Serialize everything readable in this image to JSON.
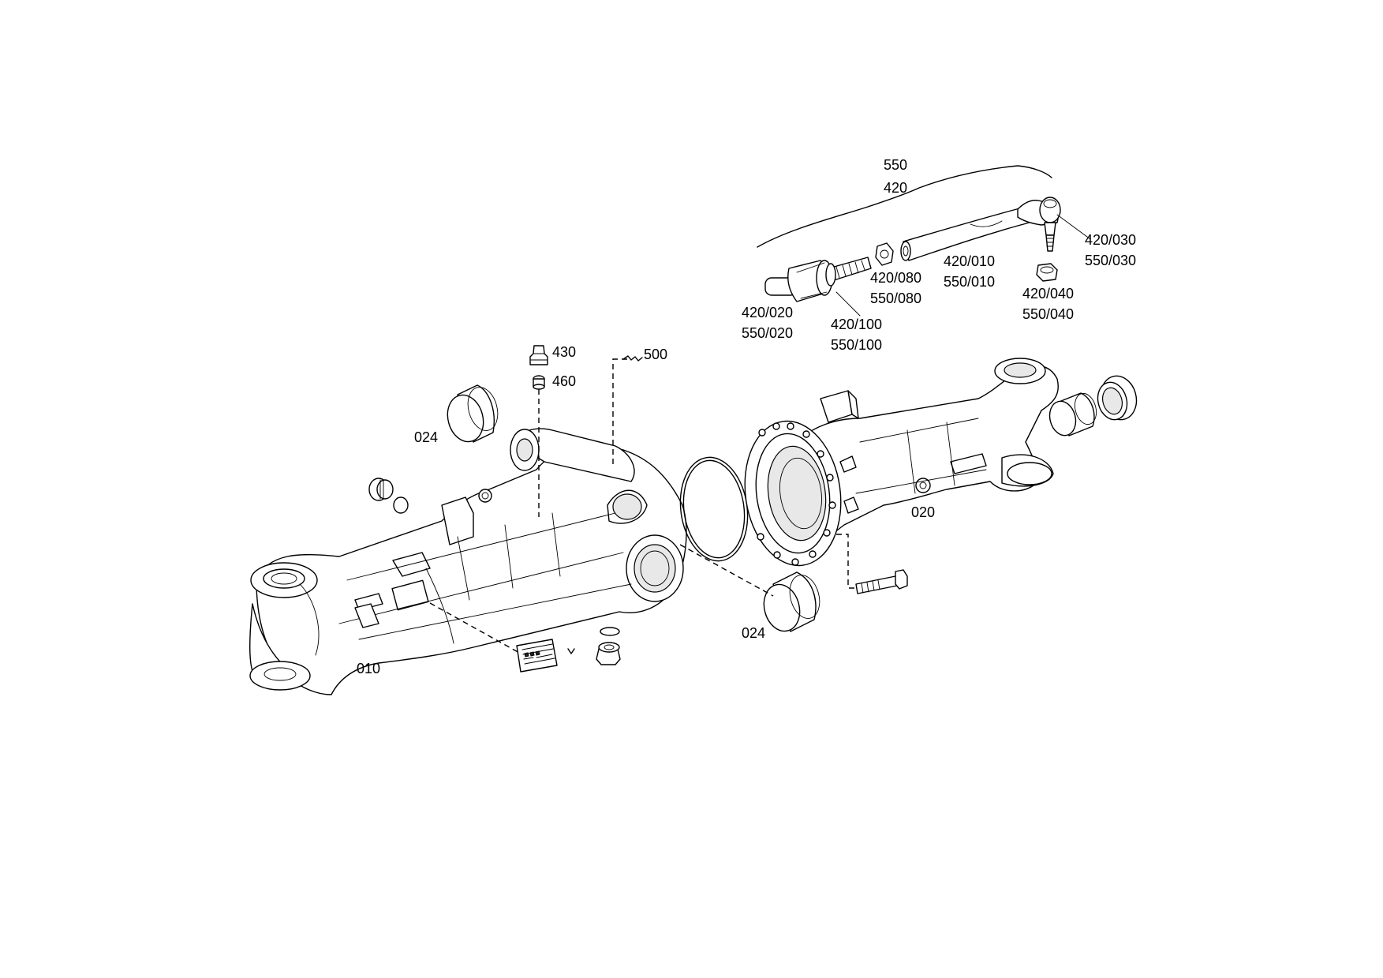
{
  "callouts": {
    "group_550": "550",
    "group_420": "420",
    "tie_rod_end_left": [
      "420/020",
      "550/020"
    ],
    "threaded_sleeve": [
      "420/100",
      "550/100"
    ],
    "hex_nut_left": [
      "420/080",
      "550/080"
    ],
    "tube": [
      "420/010",
      "550/010"
    ],
    "tie_rod_end_right": [
      "420/030",
      "550/030"
    ],
    "hex_nut_right": [
      "420/040",
      "550/040"
    ],
    "breather_430": "430",
    "reducer_460": "460",
    "clip_500": "500",
    "bushing_top_left": "024",
    "bushing_middle": "024",
    "axle_housing_left": "010",
    "axle_housing_right": "020"
  }
}
